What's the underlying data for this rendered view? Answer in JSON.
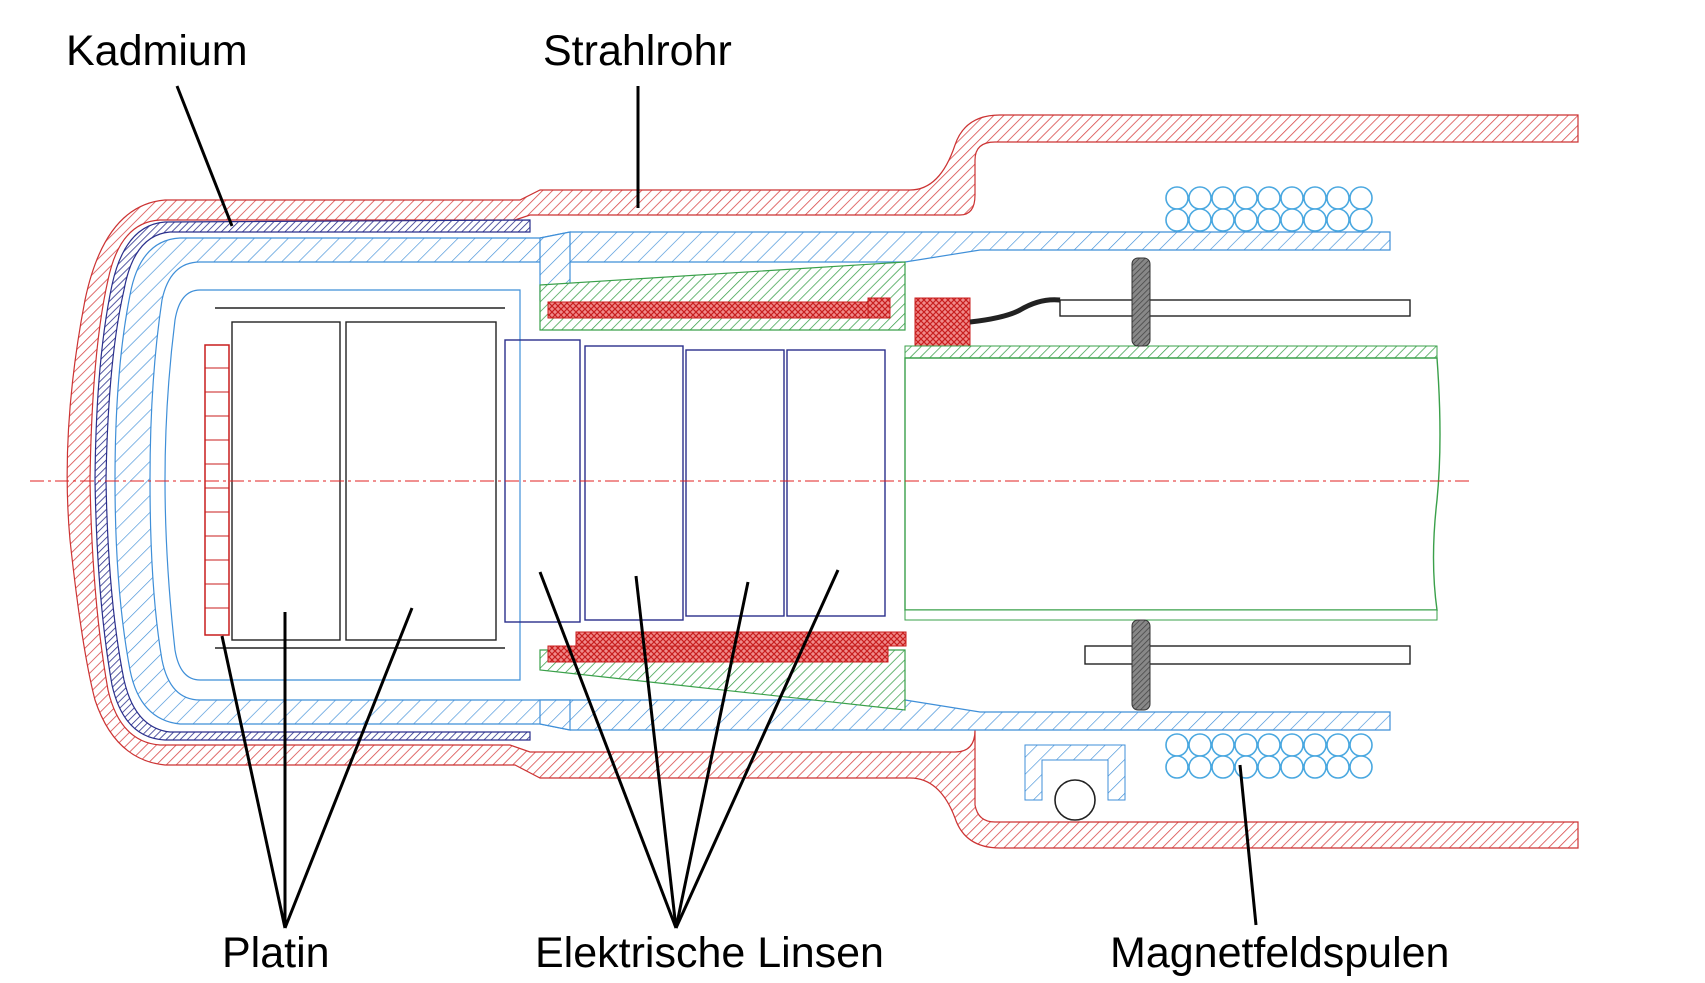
{
  "labels": {
    "kadmium": "Kadmium",
    "strahlrohr": "Strahlrohr",
    "platin": "Platin",
    "elektrische_linsen": "Elektrische Linsen",
    "magnetfeldspulen": "Magnetfeldspulen"
  },
  "colors": {
    "red_hatch": "#d94a4a",
    "blue_hatch": "#3f8fd8",
    "navy_hatch": "#2a2f8c",
    "green_hatch": "#3aa04a",
    "red_fill": "#e23030",
    "coil": "#4aa8e0",
    "axis": "#e02020"
  }
}
